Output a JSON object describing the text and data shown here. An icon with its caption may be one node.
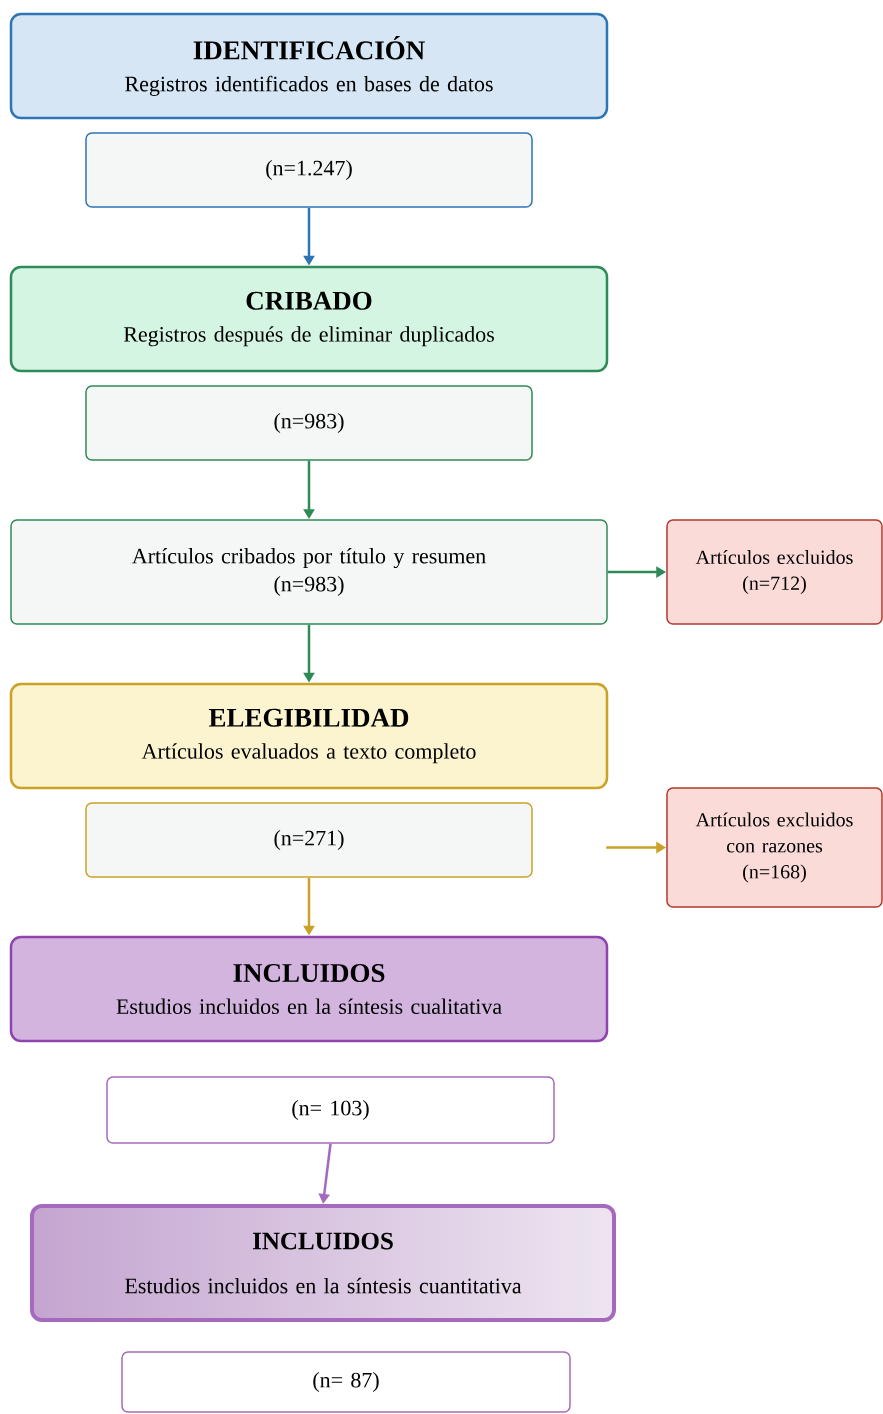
{
  "diagram": {
    "nodes": [
      {
        "text": [
          "IDENTIFICACIÓN",
          "Registros identificados en bases de datos"
        ]
      },
      {
        "text": [
          "(n=1.247)"
        ]
      },
      {
        "text": [
          "CRIBADO",
          "Registros después de eliminar duplicados"
        ]
      },
      {
        "text": [
          "(n=983)"
        ]
      },
      {
        "text": [
          "Artículos cribados por título y resumen",
          "(n=983)"
        ]
      },
      {
        "text": [
          "Artículos excluidos",
          "(n=712)"
        ]
      },
      {
        "text": [
          "ELEGIBILIDAD",
          "Artículos evaluados a texto completo"
        ]
      },
      {
        "text": [
          "(n=271)"
        ]
      },
      {
        "text": [
          "Artículos excluidos con razones",
          "(n=168)"
        ]
      },
      {
        "text": [
          "INCLUIDOS",
          "Estudios incluidos en la síntesis cualitativa"
        ]
      },
      {
        "text": [
          "(n= 103)"
        ]
      },
      {
        "text": [
          "INCLUIDOS",
          "Estudios incluidos en la síntesis cuantitativa"
        ]
      },
      {
        "text": [
          "(n= 87)"
        ]
      }
    ],
    "edges": [
      {
        "from": 1,
        "to": 2,
        "arrow": "to",
        "color": "#2e75b6"
      },
      {
        "from": 3,
        "to": 4,
        "arrow": "to"
      },
      {
        "from": 4,
        "to": 5,
        "arrow": "to"
      },
      {
        "from": 4,
        "to": 6,
        "arrow": "to"
      },
      {
        "from": null,
        "to": 8,
        "arrow": "to",
        "color": "#c9a227"
      },
      {
        "from": 7,
        "to": 9,
        "arrow": "to",
        "color": "#c9a227"
      },
      {
        "from": 10,
        "to": 11,
        "arrow": "to",
        "color": "#a569bd"
      }
    ]
  }
}
